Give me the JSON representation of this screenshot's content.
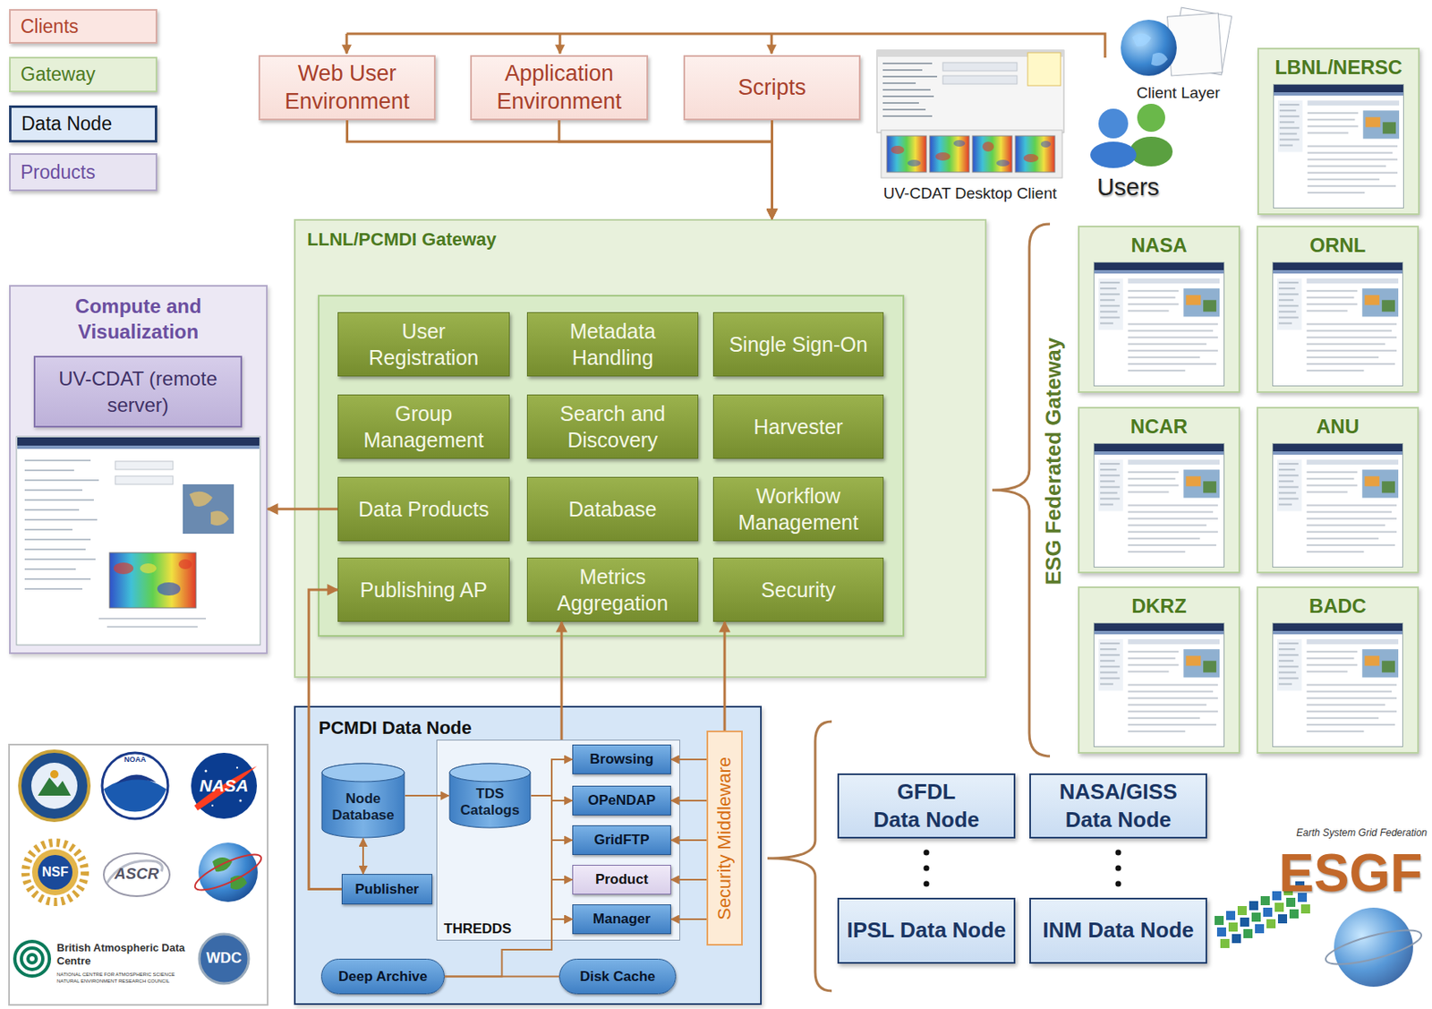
{
  "diagram": {
    "nodes": [
      {
        "text": [
          "Web User Environment"
        ]
      },
      {
        "text": [
          "Application Environment"
        ]
      },
      {
        "text": [
          "Scripts"
        ]
      },
      {
        "text": [
          "LLNL/PCMDI Gateway"
        ]
      },
      {
        "text": [
          "User Registration"
        ],
        "in": 3
      },
      {
        "text": [
          "Metadata Handling"
        ],
        "in": 3
      },
      {
        "text": [
          "Single Sign-On"
        ],
        "in": 3
      },
      {
        "text": [
          "Group Management"
        ],
        "in": 3
      },
      {
        "text": [
          "Search and Discovery"
        ],
        "in": 3
      },
      {
        "text": [
          "Harvester"
        ],
        "in": 3
      },
      {
        "text": [
          "Data Products"
        ],
        "in": 3
      },
      {
        "text": [
          "Database"
        ],
        "in": 3
      },
      {
        "text": [
          "Workflow Management"
        ],
        "in": 3
      },
      {
        "text": [
          "Publishing AP"
        ],
        "in": 3
      },
      {
        "text": [
          "Metrics Aggregation"
        ],
        "in": 3
      },
      {
        "text": [
          "Security"
        ],
        "in": 3
      },
      {
        "text": [
          "Compute and Visualization"
        ]
      },
      {
        "text": [
          "UV-CDAT (remote server)"
        ],
        "in": 16
      },
      {
        "text": [
          "PCMDI Data Node"
        ]
      },
      {
        "text": [
          "Node Database"
        ],
        "in": 18
      },
      {
        "text": [
          "THREDDS"
        ],
        "in": 18
      },
      {
        "text": [
          "TDS Catalogs"
        ],
        "in": 20
      },
      {
        "text": [
          "Browsing"
        ],
        "in": 20
      },
      {
        "text": [
          "OPeNDAP"
        ],
        "in": 20
      },
      {
        "text": [
          "GridFTP"
        ],
        "in": 20
      },
      {
        "text": [
          "Product"
        ],
        "in": 20
      },
      {
        "text": [
          "Manager"
        ],
        "in": 20
      },
      {
        "text": [
          "Security Middleware"
        ],
        "in": 18
      },
      {
        "text": [
          "Publisher"
        ],
        "in": 18
      },
      {
        "text": [
          "Deep Archive"
        ],
        "in": 18
      },
      {
        "text": [
          "Disk Cache"
        ],
        "in": 18
      },
      {
        "text": [
          "LBNL/NERSC"
        ]
      },
      {
        "text": [
          "NASA"
        ]
      },
      {
        "text": [
          "ORNL"
        ]
      },
      {
        "text": [
          "NCAR"
        ]
      },
      {
        "text": [
          "ANU"
        ]
      },
      {
        "text": [
          "DKRZ"
        ]
      },
      {
        "text": [
          "BADC"
        ]
      },
      {
        "text": [
          "GFDL Data Node"
        ]
      },
      {
        "text": [
          "NASA/GISS Data Node"
        ]
      },
      {
        "text": [
          "IPSL Data Node"
        ]
      },
      {
        "text": [
          "INM Data Node"
        ]
      }
    ],
    "edges": [
      {
        "from": 0,
        "to": 3,
        "arrow": "to"
      },
      {
        "from": 1,
        "to": 3,
        "arrow": "to"
      },
      {
        "from": 2,
        "to": 3,
        "arrow": "to"
      },
      {
        "from": 10,
        "to": 16,
        "arrow": "to"
      },
      {
        "from": 28,
        "to": 13,
        "arrow": "to"
      },
      {
        "from": 20,
        "to": 14,
        "arrow": "to"
      },
      {
        "from": 27,
        "to": 15,
        "arrow": "to"
      },
      {
        "from": 19,
        "to": 28,
        "arrow": "both"
      },
      {
        "from": 19,
        "to": 21,
        "arrow": "to"
      },
      {
        "from": 21,
        "to": 22,
        "arrow": "to"
      },
      {
        "from": 21,
        "to": 23,
        "arrow": "to"
      },
      {
        "from": 21,
        "to": 24,
        "arrow": "to"
      },
      {
        "from": 21,
        "to": 25,
        "arrow": "to"
      },
      {
        "from": 21,
        "to": 26,
        "arrow": "to"
      },
      {
        "from": 27,
        "to": 22,
        "arrow": "to"
      },
      {
        "from": 27,
        "to": 23,
        "arrow": "to"
      },
      {
        "from": 27,
        "to": 24,
        "arrow": "to"
      },
      {
        "from": 27,
        "to": 25,
        "arrow": "to"
      },
      {
        "from": 27,
        "to": 26,
        "arrow": "to"
      },
      {
        "from": 29,
        "to": 30,
        "arrow": "none"
      },
      {
        "from": 29,
        "to": 26,
        "arrow": "to"
      }
    ],
    "labels": [
      "UV-CDAT Desktop Client",
      "Client Layer",
      "Users",
      "ESG Federated Gateway",
      "NOAA",
      "NASA",
      "NSF",
      "ASCR",
      "British Atmospheric Data Centre",
      "NATIONAL CENTRE FOR ATMOSPHERIC SCIENCE",
      "NATURAL ENVIRONMENT RESEARCH COUNCIL",
      "WDC",
      "Earth System Grid Federation",
      "ESGF"
    ],
    "legend": [
      {
        "text": "Clients",
        "color": "#fbe6e2"
      },
      {
        "text": "Gateway",
        "color": "#e6f0d8"
      },
      {
        "text": "Data Node",
        "color": "#dde9f8"
      },
      {
        "text": "Products",
        "color": "#e8e4f2"
      }
    ]
  }
}
